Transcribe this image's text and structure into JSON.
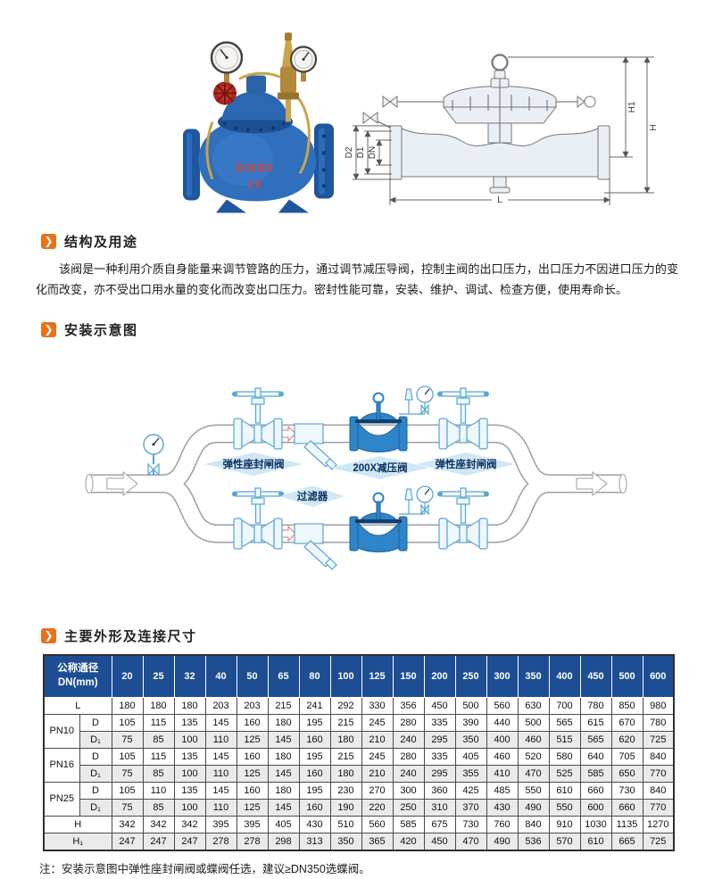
{
  "sections": {
    "structure": {
      "title": "结构及用途",
      "paragraph": "该阀是一种利用介质自身能量来调节管路的压力，通过调节减压导阀，控制主阀的出口压力，出口压力不因进口压力的变化而改变，亦不受出口用水量的变化而改变出口压力。密封性能可靠，安装、维护、调试、检查方便，使用寿命长。"
    },
    "installation": {
      "title": "安装示意图"
    },
    "dimensions": {
      "title": "主要外形及连接尺寸"
    }
  },
  "photo": {
    "marking_line1": "DN80",
    "marking_line2": "16"
  },
  "drawing": {
    "dim_h1": "H1",
    "dim_h": "H",
    "dim_d2": "D2",
    "dim_d1": "D1",
    "dim_dn": "DN",
    "dim_l": "L"
  },
  "diagram": {
    "gate_valve_left": "弹性座封闸阀",
    "prv": "200X减压阀",
    "gate_valve_right": "弹性座封闸阀",
    "strainer": "过滤器"
  },
  "table": {
    "corner_label": "公称通径",
    "corner_sublabel": "DN(mm)",
    "columns": [
      "20",
      "25",
      "32",
      "40",
      "50",
      "65",
      "80",
      "100",
      "125",
      "150",
      "200",
      "250",
      "300",
      "350",
      "400",
      "450",
      "500",
      "600"
    ],
    "rows": [
      {
        "group": "",
        "label": "L",
        "shade": false,
        "values": [
          180,
          180,
          180,
          203,
          203,
          215,
          241,
          292,
          330,
          356,
          450,
          500,
          560,
          630,
          700,
          780,
          850,
          980
        ]
      },
      {
        "group": "PN10",
        "label": "D",
        "shade": false,
        "values": [
          105,
          115,
          135,
          145,
          160,
          180,
          195,
          215,
          245,
          280,
          335,
          390,
          440,
          500,
          565,
          615,
          670,
          780
        ]
      },
      {
        "group": "PN10",
        "label": "D₁",
        "shade": true,
        "values": [
          75,
          85,
          100,
          110,
          125,
          145,
          160,
          180,
          210,
          240,
          295,
          350,
          400,
          460,
          515,
          565,
          620,
          725
        ]
      },
      {
        "group": "PN16",
        "label": "D",
        "shade": false,
        "values": [
          105,
          115,
          135,
          145,
          160,
          180,
          195,
          215,
          245,
          280,
          335,
          405,
          460,
          520,
          580,
          640,
          705,
          840
        ]
      },
      {
        "group": "PN16",
        "label": "D₁",
        "shade": true,
        "values": [
          75,
          85,
          100,
          110,
          125,
          145,
          160,
          180,
          210,
          240,
          295,
          355,
          410,
          470,
          525,
          585,
          650,
          770
        ]
      },
      {
        "group": "PN25",
        "label": "D",
        "shade": false,
        "values": [
          105,
          110,
          135,
          145,
          160,
          180,
          195,
          230,
          270,
          300,
          360,
          425,
          485,
          550,
          610,
          660,
          730,
          840
        ]
      },
      {
        "group": "PN25",
        "label": "D₁",
        "shade": true,
        "values": [
          75,
          85,
          100,
          110,
          125,
          145,
          160,
          190,
          220,
          250,
          310,
          370,
          430,
          490,
          550,
          600,
          660,
          770
        ]
      },
      {
        "group": "",
        "label": "H",
        "shade": false,
        "values": [
          342,
          342,
          342,
          395,
          395,
          405,
          430,
          510,
          560,
          585,
          675,
          730,
          760,
          840,
          910,
          1030,
          1135,
          1270
        ]
      },
      {
        "group": "",
        "label": "H₁",
        "shade": true,
        "values": [
          247,
          247,
          247,
          278,
          278,
          298,
          313,
          350,
          365,
          420,
          450,
          470,
          490,
          536,
          570,
          610,
          665,
          725
        ]
      }
    ]
  },
  "note": "注：安装示意图中弹性座封闸阀或蝶阀任选，建议≥DN350选蝶阀。",
  "colors": {
    "accent_orange": "#e8711a",
    "table_header_blue": "#1d4e94",
    "diagram_blue": "#2e86c8",
    "diagram_outline": "#58a6cf",
    "label_navy": "#0d2f63"
  }
}
